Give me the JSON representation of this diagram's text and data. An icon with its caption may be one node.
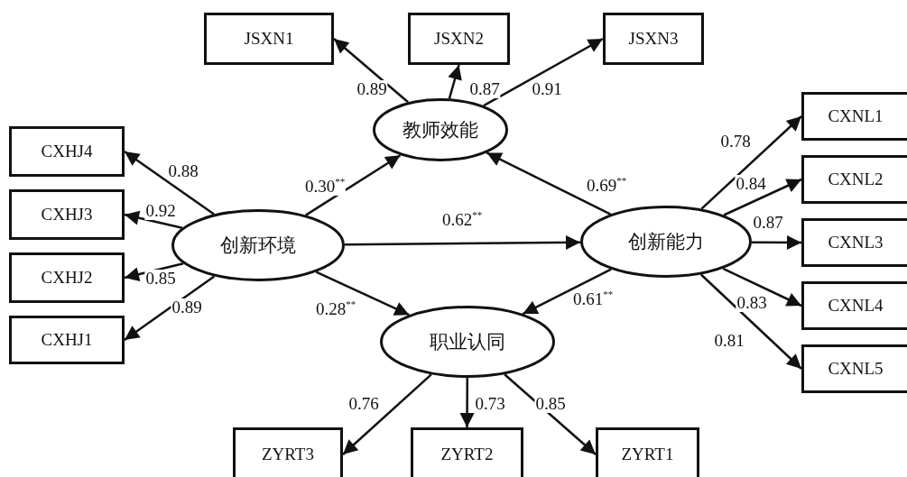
{
  "diagram": {
    "nodes": [
      {
        "text": [
          "JSXN1"
        ]
      },
      {
        "text": [
          "JSXN2"
        ]
      },
      {
        "text": [
          "JSXN3"
        ]
      },
      {
        "text": [
          "教师效能"
        ]
      },
      {
        "text": [
          "CXHJ4"
        ]
      },
      {
        "text": [
          "CXHJ3"
        ]
      },
      {
        "text": [
          "CXHJ2"
        ]
      },
      {
        "text": [
          "CXHJ1"
        ]
      },
      {
        "text": [
          "创新环境"
        ]
      },
      {
        "text": [
          "创新能力"
        ]
      },
      {
        "text": [
          "CXNL1"
        ]
      },
      {
        "text": [
          "CXNL2"
        ]
      },
      {
        "text": [
          "CXNL3"
        ]
      },
      {
        "text": [
          "CXNL4"
        ]
      },
      {
        "text": [
          "CXNL5"
        ]
      },
      {
        "text": [
          "职业认同"
        ]
      },
      {
        "text": [
          "ZYRT3"
        ]
      },
      {
        "text": [
          "ZYRT2"
        ]
      },
      {
        "text": [
          "ZYRT1"
        ]
      }
    ],
    "edges": [
      {
        "from": 3,
        "to": 0,
        "arrow": "to",
        "label": "0.89"
      },
      {
        "from": 3,
        "to": 1,
        "arrow": "to",
        "label": "0.87"
      },
      {
        "from": 3,
        "to": 2,
        "arrow": "to",
        "label": "0.91"
      },
      {
        "from": 8,
        "to": 4,
        "arrow": "to",
        "label": "0.88"
      },
      {
        "from": 8,
        "to": 5,
        "arrow": "to",
        "label": "0.92"
      },
      {
        "from": 8,
        "to": 6,
        "arrow": "to",
        "label": "0.85"
      },
      {
        "from": 8,
        "to": 7,
        "arrow": "to",
        "label": "0.89"
      },
      {
        "from": 8,
        "to": 3,
        "arrow": "to",
        "label": "0.30$^{**}$"
      },
      {
        "from": 8,
        "to": 9,
        "arrow": "to",
        "label": "0.62$^{**}$"
      },
      {
        "from": 8,
        "to": 15,
        "arrow": "to",
        "label": "0.28$^{**}$"
      },
      {
        "from": 9,
        "to": 3,
        "arrow": "to",
        "label": "0.69$^{**}$"
      },
      {
        "from": 9,
        "to": 15,
        "arrow": "to",
        "label": "0.61$^{**}$"
      },
      {
        "from": 9,
        "to": 10,
        "arrow": "to",
        "label": "0.78"
      },
      {
        "from": 9,
        "to": 11,
        "arrow": "to",
        "label": "0.84"
      },
      {
        "from": 9,
        "to": 12,
        "arrow": "to",
        "label": "0.87"
      },
      {
        "from": 9,
        "to": 13,
        "arrow": "to",
        "label": "0.83"
      },
      {
        "from": 9,
        "to": 14,
        "arrow": "to",
        "label": "0.81"
      },
      {
        "from": 15,
        "to": 16,
        "arrow": "to",
        "label": "0.76"
      },
      {
        "from": 15,
        "to": 17,
        "arrow": "to",
        "label": "0.73"
      },
      {
        "from": 15,
        "to": 18,
        "arrow": "to",
        "label": "0.85"
      }
    ]
  }
}
